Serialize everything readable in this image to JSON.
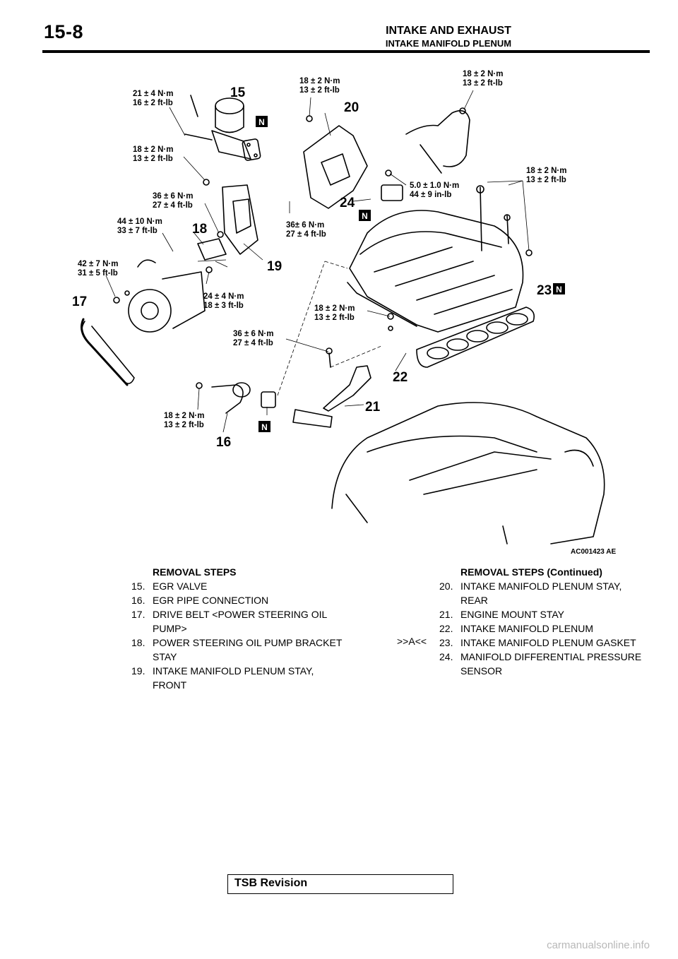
{
  "header": {
    "page_number": "15-8",
    "section": "INTAKE AND EXHAUST",
    "subsection": "INTAKE MANIFOLD PLENUM"
  },
  "diagram": {
    "figure_id": "AC001423 AE",
    "n_tag": "N",
    "torque_labels": {
      "t21": [
        "21 ± 4 N·m",
        "16 ± 2 ft-lb"
      ],
      "t18a": [
        "18 ± 2 N·m",
        "13 ± 2 ft-lb"
      ],
      "t36a": [
        "36 ± 6 N·m",
        "27 ± 4 ft-lb"
      ],
      "t44": [
        "44 ± 10 N·m",
        "33 ± 7 ft-lb"
      ],
      "t42": [
        "42 ± 7 N·m",
        "31 ± 5 ft-lb"
      ],
      "t24": [
        "24 ± 4 N·m",
        "18 ± 3 ft-lb"
      ],
      "t18b": [
        "18 ± 2 N·m",
        "13 ± 2 ft-lb"
      ],
      "t18c": [
        "18 ± 2 N·m",
        "13 ± 2 ft-lb"
      ],
      "t5": [
        "5.0 ± 1.0 N·m",
        "44 ± 9 in-lb"
      ],
      "t18d": [
        "18 ± 2 N·m",
        "13 ± 2 ft-lb"
      ],
      "t36b": [
        "36± 6 N·m",
        "27 ± 4 ft-lb"
      ],
      "t18e": [
        "18 ± 2 N·m",
        "13 ± 2 ft-lb"
      ],
      "t36c": [
        "36 ± 6 N·m",
        "27 ± 4 ft-lb"
      ],
      "t18f": [
        "18 ± 2 N·m",
        "13 ± 2 ft-lb"
      ]
    },
    "callouts": {
      "c15": "15",
      "c16": "16",
      "c17": "17",
      "c18": "18",
      "c19": "19",
      "c20": "20",
      "c21": "21",
      "c22": "22",
      "c23": "23",
      "c24": "24"
    }
  },
  "removal_steps": {
    "left": {
      "heading": "REMOVAL STEPS",
      "steps": [
        {
          "num": "15.",
          "text": "EGR VALVE"
        },
        {
          "num": "16.",
          "text": "EGR PIPE CONNECTION"
        },
        {
          "num": "17.",
          "text": "DRIVE BELT <POWER STEERING OIL PUMP>"
        },
        {
          "num": "18.",
          "text": "POWER STEERING OIL PUMP BRACKET STAY"
        },
        {
          "num": "19.",
          "text": "INTAKE MANIFOLD PLENUM STAY, FRONT"
        }
      ]
    },
    "right": {
      "heading": "REMOVAL STEPS (Continued)",
      "reference": ">>A<<",
      "steps": [
        {
          "num": "20.",
          "text": "INTAKE MANIFOLD PLENUM STAY, REAR"
        },
        {
          "num": "21.",
          "text": "ENGINE MOUNT STAY"
        },
        {
          "num": "22.",
          "text": "INTAKE MANIFOLD PLENUM"
        },
        {
          "num": "23.",
          "text": "INTAKE MANIFOLD PLENUM GASKET"
        },
        {
          "num": "24.",
          "text": "MANIFOLD DIFFERENTIAL PRESSURE SENSOR"
        }
      ]
    }
  },
  "footer": {
    "revision_label": "TSB Revision",
    "watermark": "carmanualsonline.info"
  }
}
